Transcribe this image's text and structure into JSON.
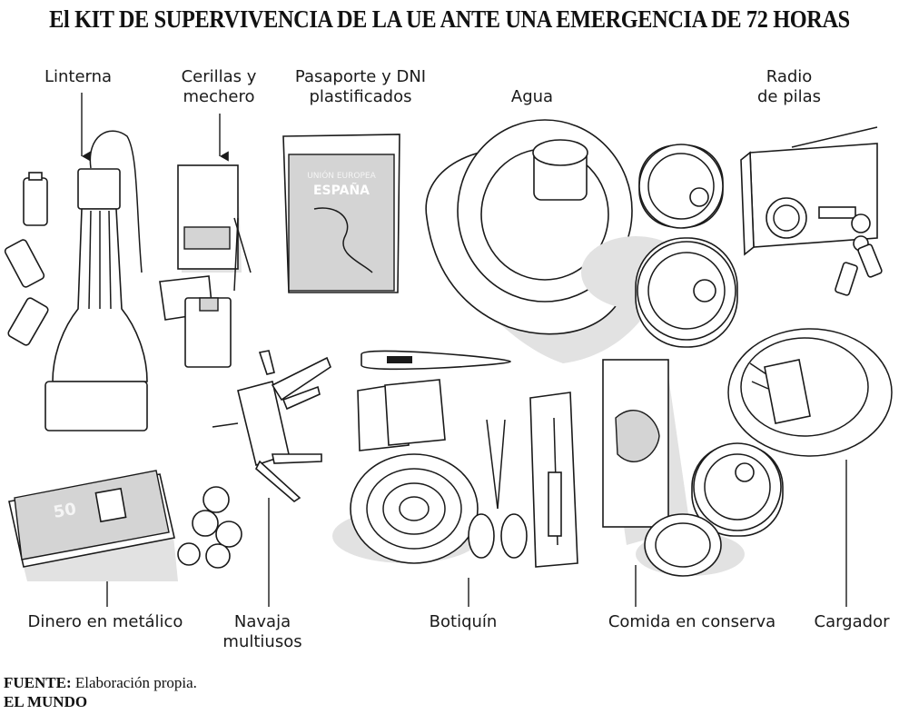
{
  "title": "El KIT DE SUPERVIVENCIA DE LA UE ANTE UNA EMERGENCIA DE 72 HORAS",
  "labels": {
    "linterna": "Linterna",
    "cerillas": "Cerillas y\nmechero",
    "pasaporte": "Pasaporte y DNI\nplastificados",
    "agua": "Agua",
    "radio": "Radio\nde pilas",
    "dinero": "Dinero en metálico",
    "navaja": "Navaja\nmultiusos",
    "botiquin": "Botiquín",
    "comida": "Comida en conserva",
    "cargador": "Cargador"
  },
  "passport": {
    "line1": "UNIÓN EUROPEA",
    "line2": "ESPAÑA"
  },
  "banknote": {
    "value": "50"
  },
  "source": {
    "prefix": "FUENTE:",
    "text": " Elaboración propia."
  },
  "brand": "EL MUNDO"
}
